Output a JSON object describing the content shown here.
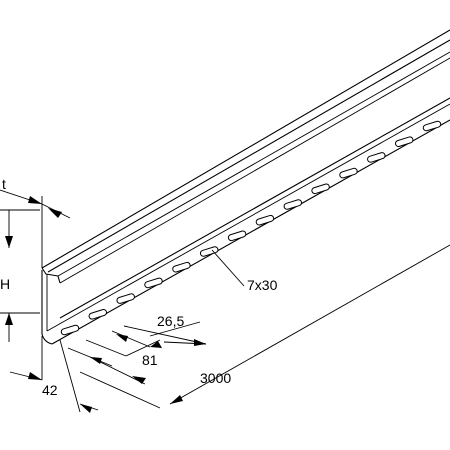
{
  "diagram": {
    "labels": {
      "thickness": "t",
      "height": "H",
      "slot_size": "7x30",
      "slot_spacing": "26,5",
      "slot_pitch": "81",
      "length": "3000",
      "base_width": "42"
    }
  }
}
